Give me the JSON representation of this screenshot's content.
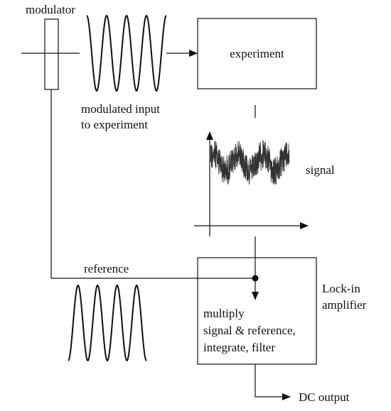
{
  "labels": {
    "modulator": "modulator",
    "modulated_input_line1": "modulated input",
    "modulated_input_line2": "to experiment",
    "experiment": "experiment",
    "signal": "signal",
    "reference": "reference",
    "lockin_line1": "Lock-in",
    "lockin_line2": "amplifier",
    "process_line1": "multiply",
    "process_line2": "signal & reference,",
    "process_line3": "integrate, filter",
    "dc_output": "DC output"
  },
  "colors": {
    "ink": "#111111",
    "noise": "#333333",
    "background": "#ffffff"
  }
}
